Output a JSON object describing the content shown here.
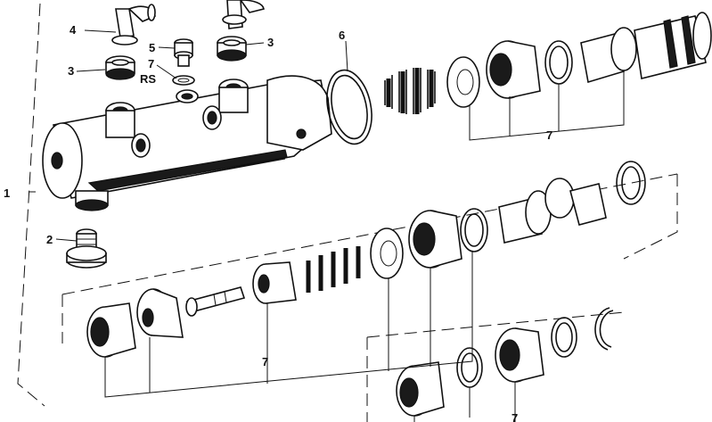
{
  "callouts": {
    "c1": "1",
    "c2": "2",
    "c3a": "3",
    "c3b": "3",
    "c4": "4",
    "c5": "5",
    "c6": "6",
    "c7_small": "7",
    "rs": "RS",
    "c7_upper": "7",
    "c7_middle": "7",
    "c7_lower": "7"
  },
  "colors": {
    "ink": "#111111",
    "paper": "#ffffff"
  }
}
